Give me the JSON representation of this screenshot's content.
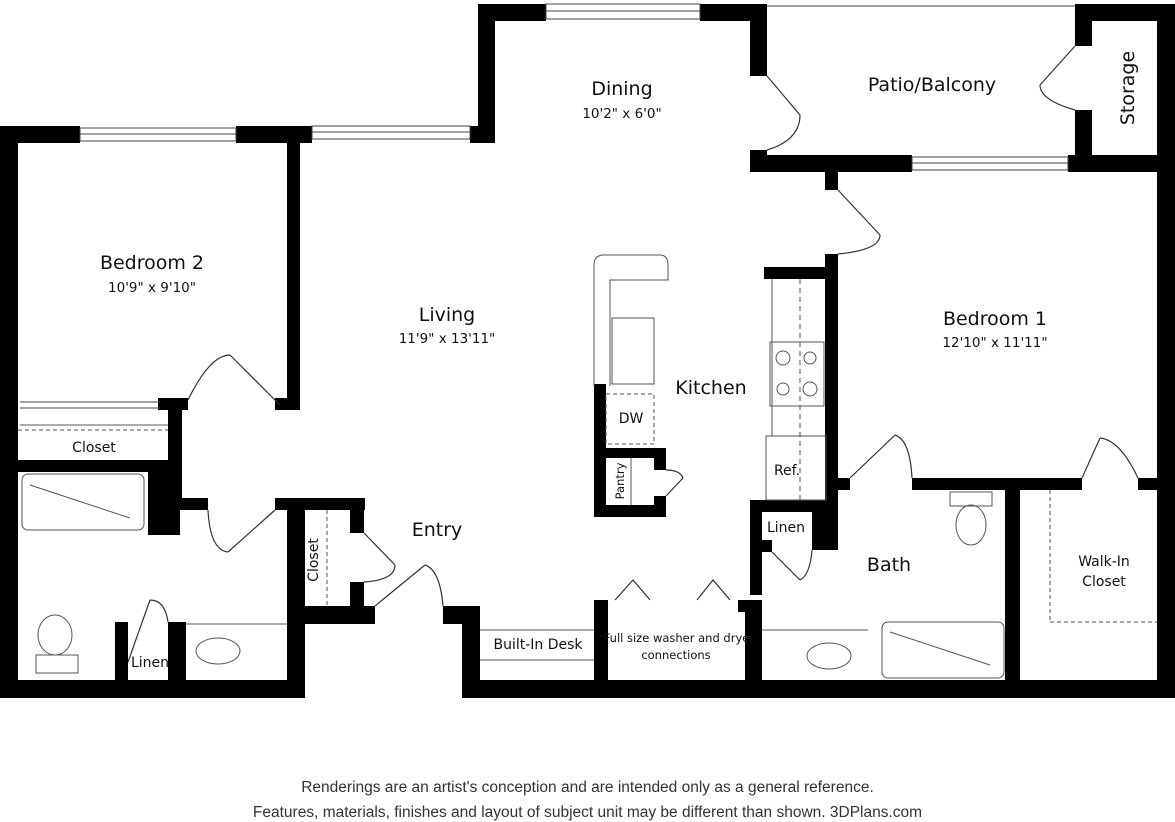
{
  "rooms": {
    "dining": {
      "name": "Dining",
      "dims": "10'2\" x 6'0\""
    },
    "patio": {
      "name": "Patio/Balcony"
    },
    "storage": {
      "name": "Storage"
    },
    "bedroom2": {
      "name": "Bedroom 2",
      "dims": "10'9\" x 9'10\""
    },
    "living": {
      "name": "Living",
      "dims": "11'9\" x 13'11\""
    },
    "kitchen": {
      "name": "Kitchen"
    },
    "bedroom1": {
      "name": "Bedroom 1",
      "dims": "12'10\" x 11'11\""
    },
    "closet_bed2": {
      "name": "Closet"
    },
    "entry": {
      "name": "Entry"
    },
    "closet_entry": {
      "name": "Closet"
    },
    "bath": {
      "name": "Bath"
    },
    "walkin": {
      "name_line1": "Walk-In",
      "name_line2": "Closet"
    },
    "linen_left": {
      "name": "Linen"
    },
    "linen_right": {
      "name": "Linen"
    },
    "dw": {
      "name": "DW"
    },
    "pantry": {
      "name": "Pantry"
    },
    "ref": {
      "name": "Ref."
    },
    "desk": {
      "name": "Built-In Desk"
    },
    "laundry_note": {
      "line1": "*Full size washer and dryer",
      "line2": "connections"
    }
  },
  "footer": {
    "line1": "Renderings are an artist's conception and are intended only as a general reference.",
    "line2": "Features, materials, finishes and layout of subject unit may be different than shown. 3DPlans.com"
  },
  "colors": {
    "wall": "#000000",
    "fixture": "#555555",
    "text": "#111111"
  }
}
